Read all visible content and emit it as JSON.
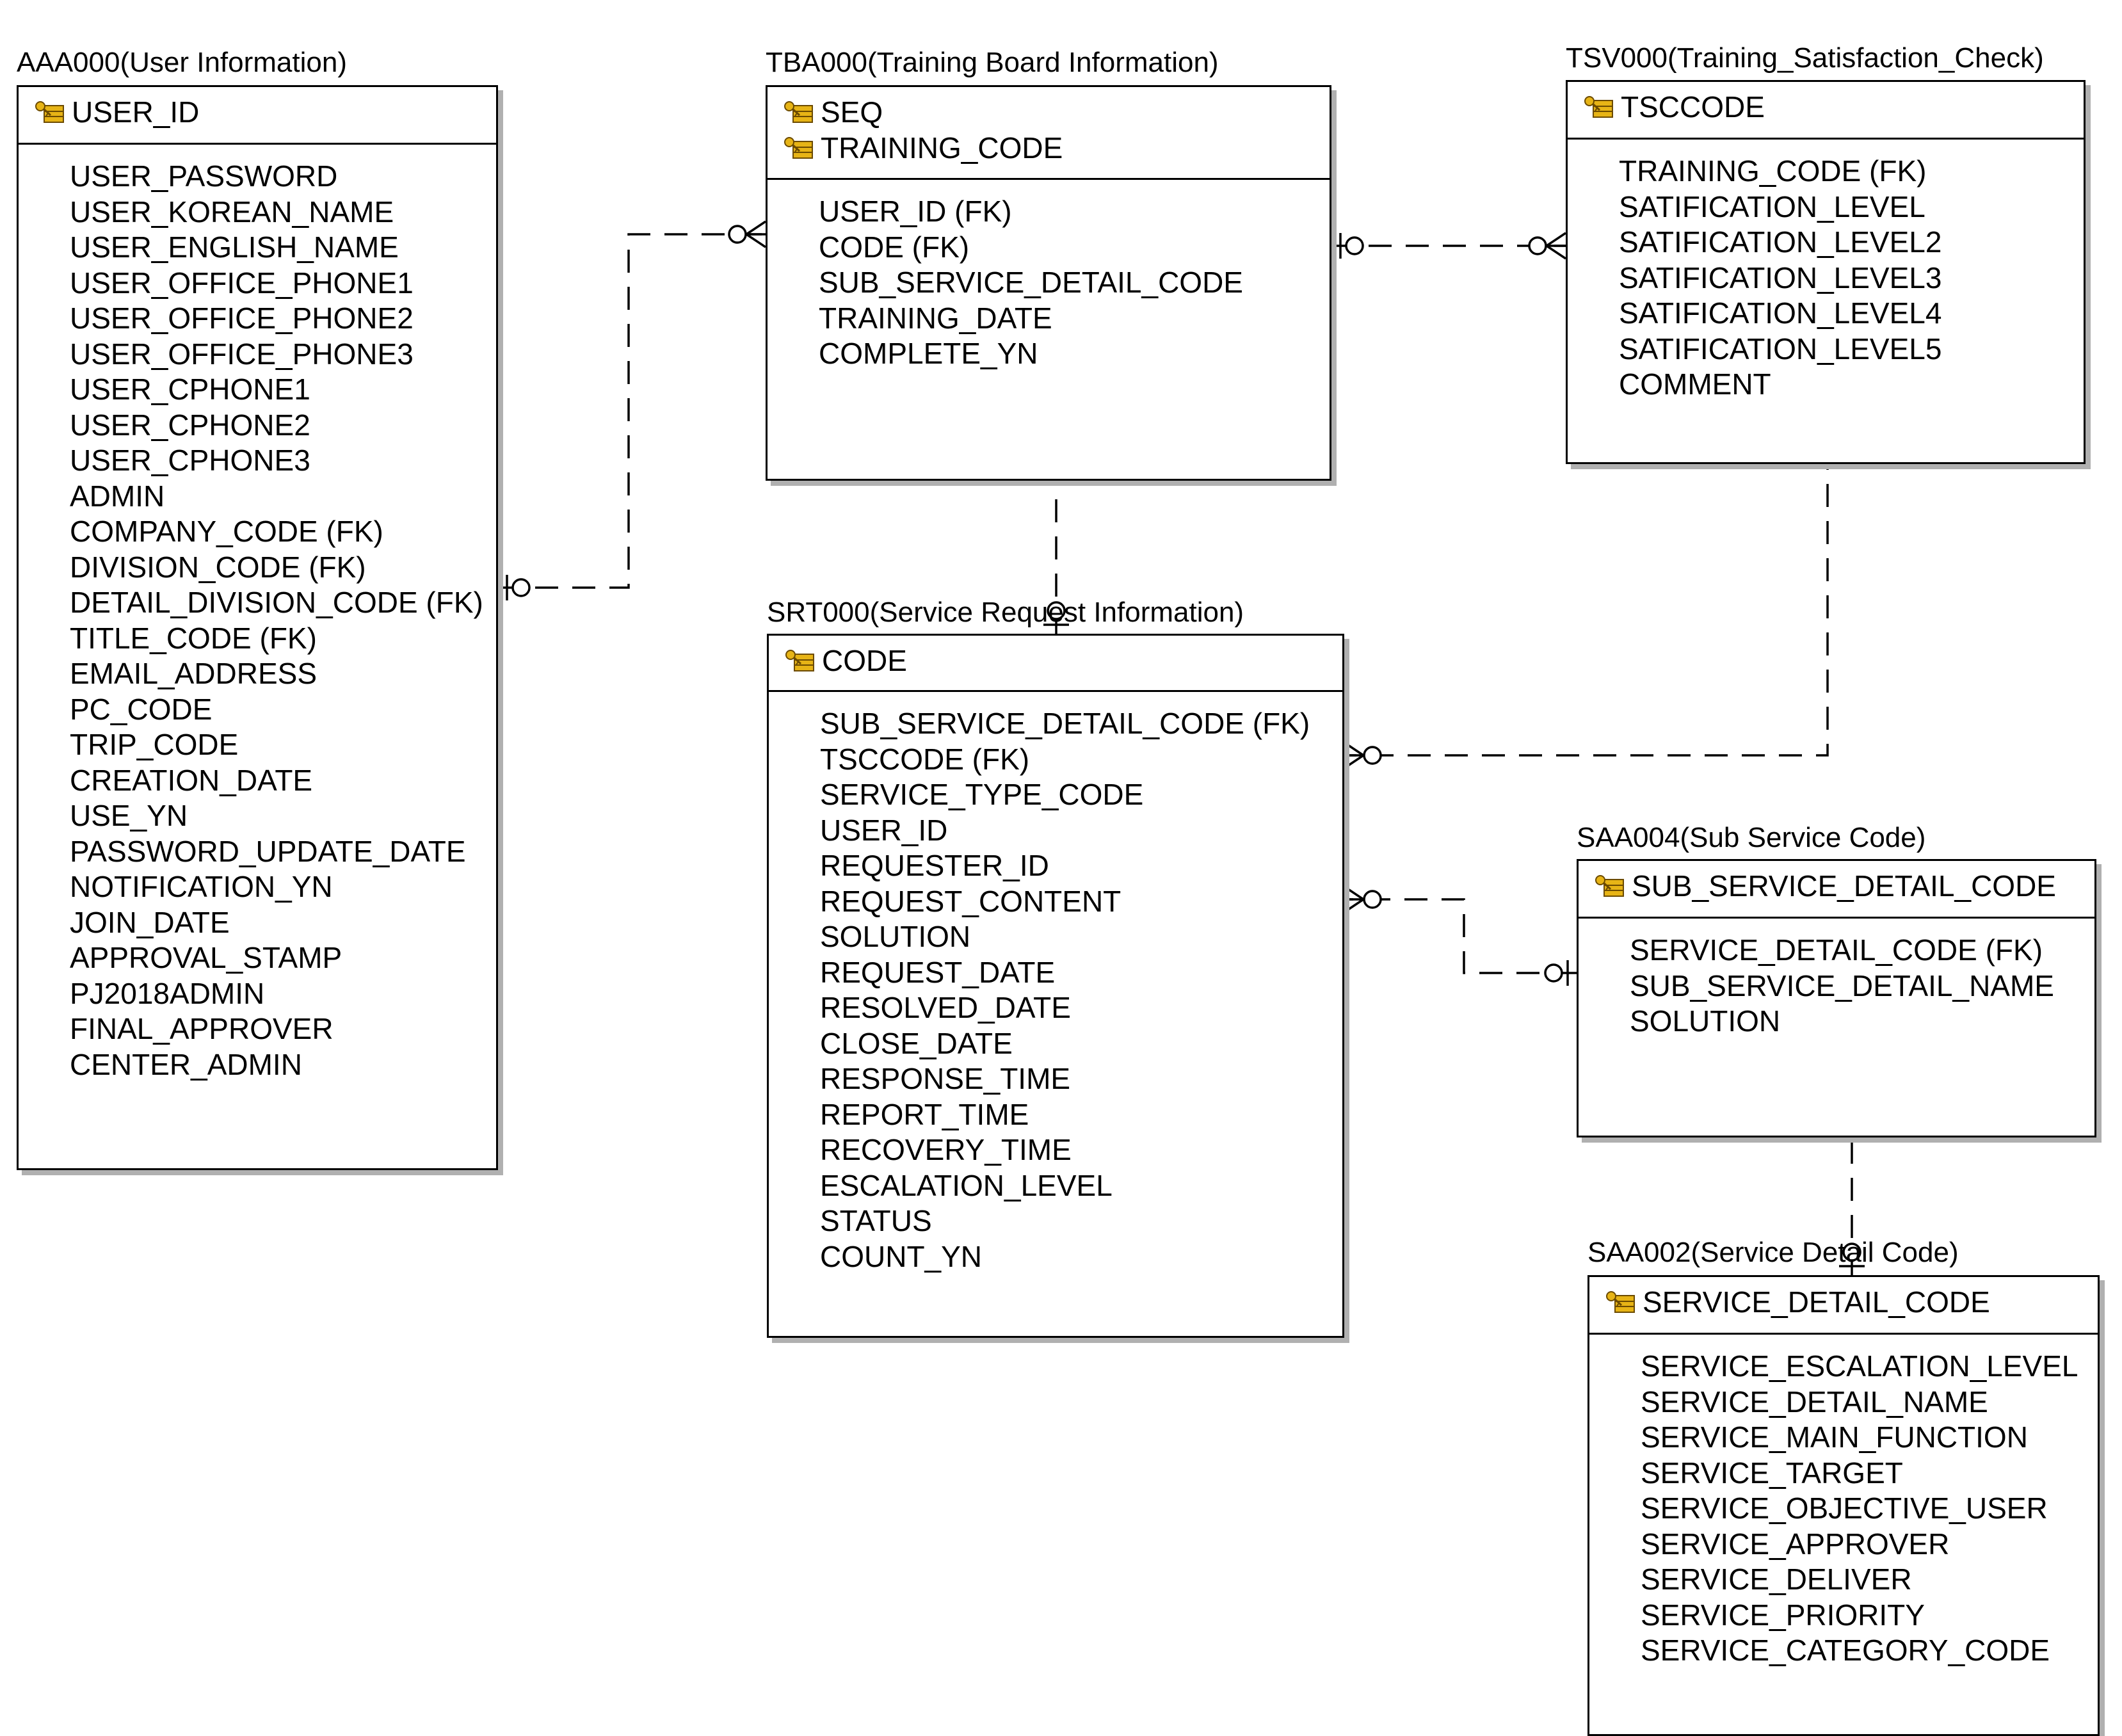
{
  "colors": {
    "line": "#000000",
    "shadow": "#b0b0b0",
    "key_gold": "#e7b416",
    "key_dark": "#6b4a00"
  },
  "entities": {
    "aaa000": {
      "title": "AAA000(User Information)",
      "pk": [
        "USER_ID"
      ],
      "attrs": [
        "USER_PASSWORD",
        "USER_KOREAN_NAME",
        "USER_ENGLISH_NAME",
        "USER_OFFICE_PHONE1",
        "USER_OFFICE_PHONE2",
        "USER_OFFICE_PHONE3",
        "USER_CPHONE1",
        "USER_CPHONE2",
        "USER_CPHONE3",
        "ADMIN",
        "COMPANY_CODE (FK)",
        "DIVISION_CODE (FK)",
        "DETAIL_DIVISION_CODE (FK)",
        "TITLE_CODE (FK)",
        "EMAIL_ADDRESS",
        "PC_CODE",
        "TRIP_CODE",
        "CREATION_DATE",
        "USE_YN",
        "PASSWORD_UPDATE_DATE",
        "NOTIFICATION_YN",
        "JOIN_DATE",
        "APPROVAL_STAMP",
        "PJ2018ADMIN",
        "FINAL_APPROVER",
        "CENTER_ADMIN"
      ]
    },
    "tba000": {
      "title": "TBA000(Training Board Information)",
      "pk": [
        "SEQ",
        "TRAINING_CODE"
      ],
      "attrs": [
        "USER_ID (FK)",
        "CODE (FK)",
        "SUB_SERVICE_DETAIL_CODE",
        "TRAINING_DATE",
        "COMPLETE_YN"
      ]
    },
    "tsv000": {
      "title": "TSV000(Training_Satisfaction_Check)",
      "pk": [
        "TSCCODE"
      ],
      "attrs": [
        "TRAINING_CODE (FK)",
        "SATIFICATION_LEVEL",
        "SATIFICATION_LEVEL2",
        "SATIFICATION_LEVEL3",
        "SATIFICATION_LEVEL4",
        "SATIFICATION_LEVEL5",
        "COMMENT"
      ]
    },
    "srt000": {
      "title": "SRT000(Service Request Information)",
      "pk": [
        "CODE"
      ],
      "attrs": [
        "SUB_SERVICE_DETAIL_CODE (FK)",
        "TSCCODE (FK)",
        "SERVICE_TYPE_CODE",
        "USER_ID",
        "REQUESTER_ID",
        "REQUEST_CONTENT",
        "SOLUTION",
        "REQUEST_DATE",
        "RESOLVED_DATE",
        "CLOSE_DATE",
        "RESPONSE_TIME",
        "REPORT_TIME",
        "RECOVERY_TIME",
        "ESCALATION_LEVEL",
        "STATUS",
        "COUNT_YN"
      ]
    },
    "saa004": {
      "title": "SAA004(Sub Service Code)",
      "pk": [
        "SUB_SERVICE_DETAIL_CODE"
      ],
      "attrs": [
        "SERVICE_DETAIL_CODE (FK)",
        "SUB_SERVICE_DETAIL_NAME",
        "SOLUTION"
      ]
    },
    "saa002": {
      "title": "SAA002(Service Detail Code)",
      "pk": [
        "SERVICE_DETAIL_CODE"
      ],
      "attrs": [
        "SERVICE_ESCALATION_LEVEL",
        "SERVICE_DETAIL_NAME",
        "SERVICE_MAIN_FUNCTION",
        "SERVICE_TARGET",
        "SERVICE_OBJECTIVE_USER",
        "SERVICE_APPROVER",
        "SERVICE_DELIVER",
        "SERVICE_PRIORITY",
        "SERVICE_CATEGORY_CODE"
      ]
    }
  },
  "relationships": [
    {
      "from": "aaa000",
      "to": "tba000",
      "from_card": "zero-or-one",
      "to_card": "zero-or-many"
    },
    {
      "from": "tba000",
      "to": "tsv000",
      "from_card": "zero-or-one",
      "to_card": "zero-or-many"
    },
    {
      "from": "srt000",
      "to": "tba000",
      "from_card": "zero-or-one",
      "to_card": "zero-or-many"
    },
    {
      "from": "tsv000",
      "to": "srt000",
      "from_card": "zero-or-one",
      "to_card": "zero-or-many"
    },
    {
      "from": "saa004",
      "to": "srt000",
      "from_card": "zero-or-one",
      "to_card": "zero-or-many"
    },
    {
      "from": "saa002",
      "to": "saa004",
      "from_card": "zero-or-one",
      "to_card": "zero-or-many"
    }
  ]
}
